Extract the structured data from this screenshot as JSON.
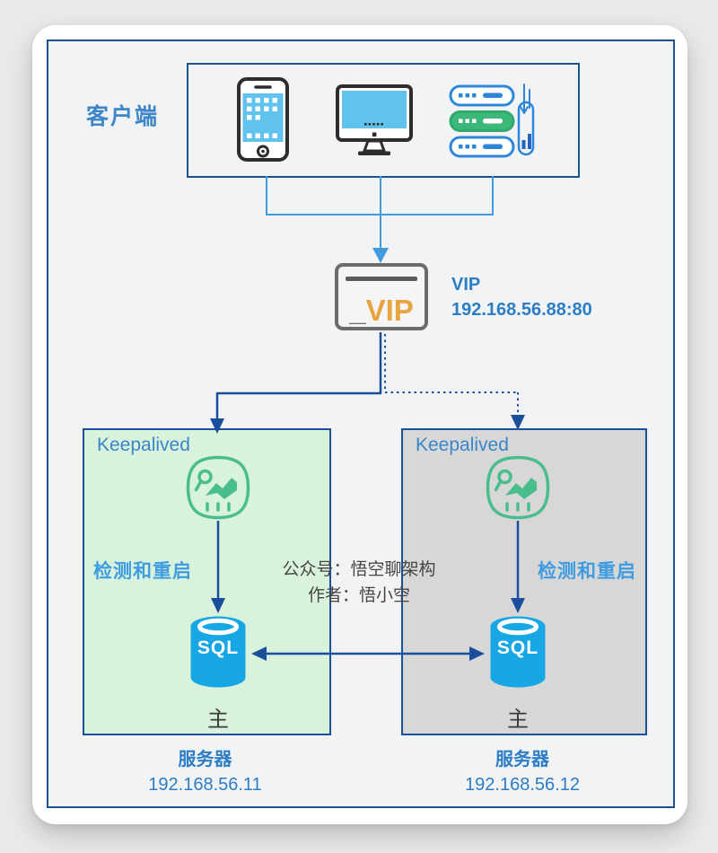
{
  "diagram": {
    "client": {
      "label": "客户端",
      "icons": [
        "smartphone-icon",
        "desktop-icon",
        "server-rack-icon"
      ]
    },
    "vip": {
      "box_underscore": "_",
      "box_text": "VIP",
      "title": "VIP",
      "address": "192.168.56.88:80"
    },
    "nodes": [
      {
        "label": "Keepalived",
        "icon": "monitor-icon",
        "action": "检测和重启",
        "db": "SQL",
        "db_icon": "database-icon",
        "role": "主",
        "server": "服务器",
        "ip": "192.168.56.11"
      },
      {
        "label": "Keepalived",
        "icon": "monitor-icon",
        "action": "检测和重启",
        "db": "SQL",
        "db_icon": "database-icon",
        "role": "主",
        "server": "服务器",
        "ip": "192.168.56.12"
      }
    ],
    "watermark": {
      "line1": "公众号：悟空聊架构",
      "line2": "作者：悟小空"
    },
    "colors": {
      "light_blue_line": "#3f9ade",
      "dark_blue_line": "#1b4f9c",
      "label_blue": "#3a86c8",
      "action_blue": "#3f9ce0",
      "green_icon": "#4abd8c",
      "green_box_fill": "#d9f2dc",
      "gray_box_fill": "#d7d7d7",
      "sql_blue": "#17a7e4",
      "vip_orange": "#e9a43f",
      "vip_border_gray": "#6b6b6b",
      "screen_blue": "#5fc3ee",
      "server_green": "#3cb878"
    }
  }
}
